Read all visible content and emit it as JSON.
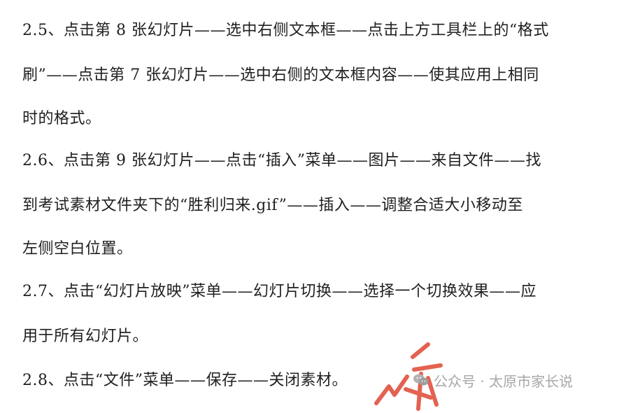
{
  "document": {
    "lines": [
      "2.5、点击第 8 张幻灯片——选中右侧文本框——点击上方工具栏上的“格式",
      "刷”——点击第 7 张幻灯片——选中右侧的文本框内容——使其应用上相同",
      "时的格式。",
      "2.6、点击第 9 张幻灯片——点击“插入”菜单——图片——来自文件——找",
      "到考试素材文件夹下的“胜利归来.gif”——插入——调整合适大小移动至",
      "左侧空白位置。",
      "2.7、点击“幻灯片放映”菜单——幻灯片切换——选择一个切换效果——应",
      "用于所有幻灯片。",
      "2.8、点击“文件”菜单——保存——关闭素材。"
    ]
  },
  "watermark": {
    "icon": "wechat-icon",
    "text": "公众号 · 太原市家长说",
    "color": "#a7a7a7"
  },
  "stamp": {
    "text": "说",
    "color": "#e0523f"
  }
}
